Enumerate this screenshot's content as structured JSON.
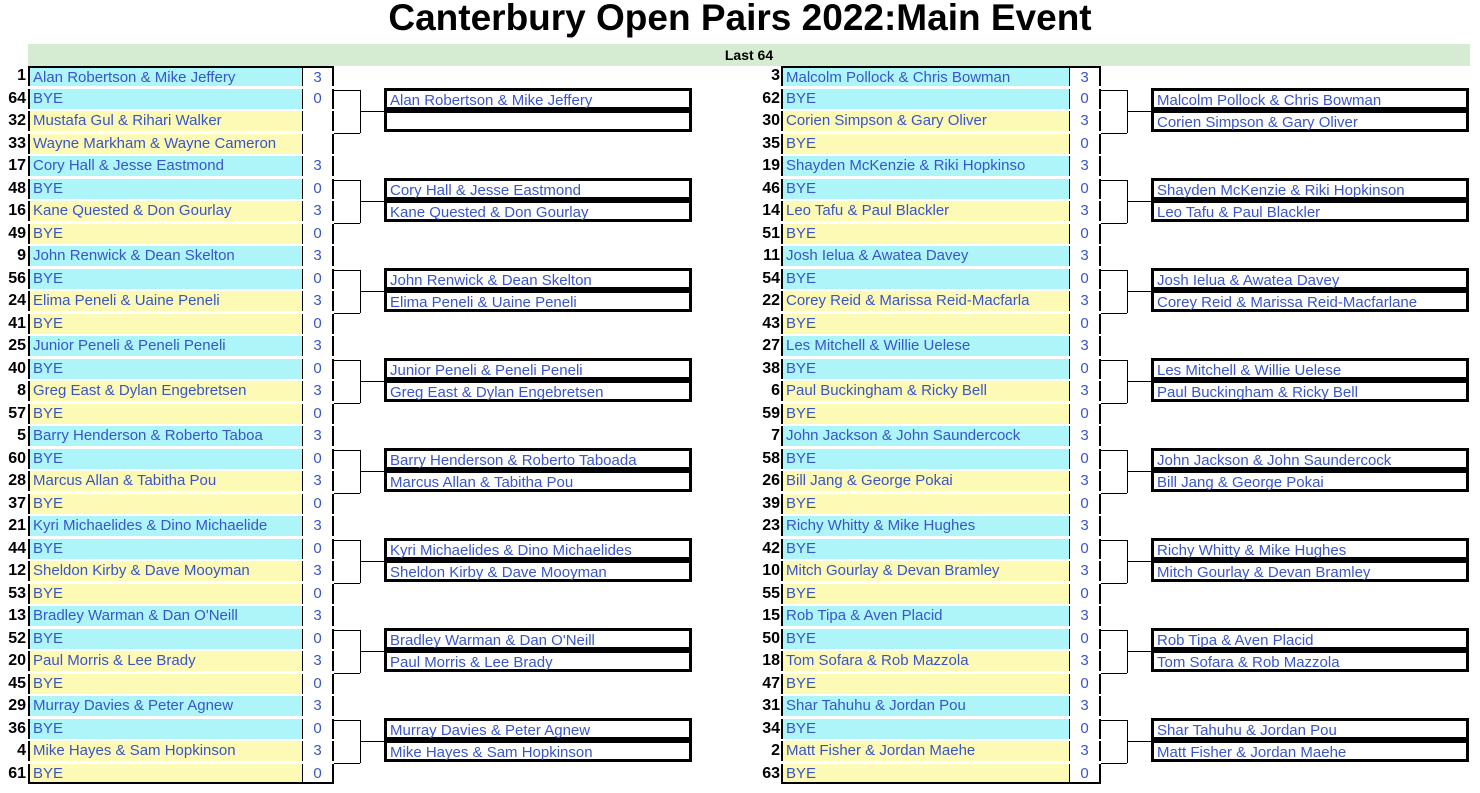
{
  "title": "Canterbury Open Pairs 2022:Main Event",
  "round_label": "Last 64",
  "colors": {
    "cyan": "#aef5fa",
    "yellow": "#fdfab6",
    "band": "#d5ebd2",
    "text": "#3955c8"
  },
  "left": [
    {
      "seed": "1",
      "name": "Alan Robertson & Mike Jeffery",
      "score": "3"
    },
    {
      "seed": "64",
      "name": "BYE",
      "score": "0"
    },
    {
      "seed": "32",
      "name": "Mustafa Gul & Rihari Walker",
      "score": ""
    },
    {
      "seed": "33",
      "name": "Wayne Markham & Wayne Cameron",
      "score": ""
    },
    {
      "seed": "17",
      "name": "Cory Hall & Jesse Eastmond",
      "score": "3"
    },
    {
      "seed": "48",
      "name": "BYE",
      "score": "0"
    },
    {
      "seed": "16",
      "name": "Kane Quested & Don Gourlay",
      "score": "3"
    },
    {
      "seed": "49",
      "name": "BYE",
      "score": "0"
    },
    {
      "seed": "9",
      "name": "John Renwick & Dean Skelton",
      "score": "3"
    },
    {
      "seed": "56",
      "name": "BYE",
      "score": "0"
    },
    {
      "seed": "24",
      "name": "Elima Peneli & Uaine Peneli",
      "score": "3"
    },
    {
      "seed": "41",
      "name": "BYE",
      "score": "0"
    },
    {
      "seed": "25",
      "name": "Junior Peneli & Peneli Peneli",
      "score": "3"
    },
    {
      "seed": "40",
      "name": "BYE",
      "score": "0"
    },
    {
      "seed": "8",
      "name": "Greg East & Dylan Engebretsen",
      "score": "3"
    },
    {
      "seed": "57",
      "name": "BYE",
      "score": "0"
    },
    {
      "seed": "5",
      "name": "Barry Henderson & Roberto Taboa",
      "score": "3"
    },
    {
      "seed": "60",
      "name": "BYE",
      "score": "0"
    },
    {
      "seed": "28",
      "name": "Marcus Allan & Tabitha Pou",
      "score": "3"
    },
    {
      "seed": "37",
      "name": "BYE",
      "score": "0"
    },
    {
      "seed": "21",
      "name": "Kyri Michaelides & Dino Michaelide",
      "score": "3"
    },
    {
      "seed": "44",
      "name": "BYE",
      "score": "0"
    },
    {
      "seed": "12",
      "name": "Sheldon Kirby & Dave Mooyman",
      "score": "3"
    },
    {
      "seed": "53",
      "name": "BYE",
      "score": "0"
    },
    {
      "seed": "13",
      "name": "Bradley Warman & Dan O'Neill",
      "score": "3"
    },
    {
      "seed": "52",
      "name": "BYE",
      "score": "0"
    },
    {
      "seed": "20",
      "name": "Paul Morris & Lee Brady",
      "score": "3"
    },
    {
      "seed": "45",
      "name": "BYE",
      "score": "0"
    },
    {
      "seed": "29",
      "name": "Murray Davies & Peter Agnew",
      "score": "3"
    },
    {
      "seed": "36",
      "name": "BYE",
      "score": "0"
    },
    {
      "seed": "4",
      "name": "Mike Hayes & Sam Hopkinson",
      "score": "3"
    },
    {
      "seed": "61",
      "name": "BYE",
      "score": "0"
    }
  ],
  "right": [
    {
      "seed": "3",
      "name": "Malcolm Pollock & Chris Bowman",
      "score": "3"
    },
    {
      "seed": "62",
      "name": "BYE",
      "score": "0"
    },
    {
      "seed": "30",
      "name": "Corien Simpson & Gary Oliver",
      "score": "3"
    },
    {
      "seed": "35",
      "name": "BYE",
      "score": "0"
    },
    {
      "seed": "19",
      "name": "Shayden McKenzie & Riki Hopkinso",
      "score": "3"
    },
    {
      "seed": "46",
      "name": "BYE",
      "score": "0"
    },
    {
      "seed": "14",
      "name": "Leo Tafu & Paul Blackler",
      "score": "3"
    },
    {
      "seed": "51",
      "name": "BYE",
      "score": "0"
    },
    {
      "seed": "11",
      "name": "Josh Ielua & Awatea Davey",
      "score": "3"
    },
    {
      "seed": "54",
      "name": "BYE",
      "score": "0"
    },
    {
      "seed": "22",
      "name": "Corey Reid & Marissa Reid-Macfarla",
      "score": "3"
    },
    {
      "seed": "43",
      "name": "BYE",
      "score": "0"
    },
    {
      "seed": "27",
      "name": "Les Mitchell & Willie Uelese",
      "score": "3"
    },
    {
      "seed": "38",
      "name": "BYE",
      "score": "0"
    },
    {
      "seed": "6",
      "name": "Paul Buckingham & Ricky Bell",
      "score": "3"
    },
    {
      "seed": "59",
      "name": "BYE",
      "score": "0"
    },
    {
      "seed": "7",
      "name": "John Jackson & John Saundercock",
      "score": "3"
    },
    {
      "seed": "58",
      "name": "BYE",
      "score": "0"
    },
    {
      "seed": "26",
      "name": "Bill Jang & George Pokai",
      "score": "3"
    },
    {
      "seed": "39",
      "name": "BYE",
      "score": "0"
    },
    {
      "seed": "23",
      "name": "Richy Whitty & Mike Hughes",
      "score": "3"
    },
    {
      "seed": "42",
      "name": "BYE",
      "score": "0"
    },
    {
      "seed": "10",
      "name": "Mitch Gourlay & Devan Bramley",
      "score": "3"
    },
    {
      "seed": "55",
      "name": "BYE",
      "score": "0"
    },
    {
      "seed": "15",
      "name": "Rob Tipa & Aven Placid",
      "score": "3"
    },
    {
      "seed": "50",
      "name": "BYE",
      "score": "0"
    },
    {
      "seed": "18",
      "name": "Tom Sofara & Rob Mazzola",
      "score": "3"
    },
    {
      "seed": "47",
      "name": "BYE",
      "score": "0"
    },
    {
      "seed": "31",
      "name": "Shar Tahuhu & Jordan Pou",
      "score": "3"
    },
    {
      "seed": "34",
      "name": "BYE",
      "score": "0"
    },
    {
      "seed": "2",
      "name": "Matt Fisher & Jordan Maehe",
      "score": "3"
    },
    {
      "seed": "63",
      "name": "BYE",
      "score": "0"
    }
  ],
  "left_winners": [
    [
      "Alan Robertson & Mike Jeffery",
      ""
    ],
    [
      "Cory Hall & Jesse Eastmond",
      "Kane Quested & Don Gourlay"
    ],
    [
      "John Renwick & Dean Skelton",
      "Elima Peneli & Uaine Peneli"
    ],
    [
      "Junior Peneli & Peneli Peneli",
      "Greg East & Dylan Engebretsen"
    ],
    [
      "Barry Henderson & Roberto Taboada",
      "Marcus Allan & Tabitha Pou"
    ],
    [
      "Kyri Michaelides & Dino Michaelides",
      "Sheldon Kirby & Dave Mooyman"
    ],
    [
      "Bradley Warman & Dan O'Neill",
      "Paul Morris & Lee Brady"
    ],
    [
      "Murray Davies & Peter Agnew",
      "Mike Hayes & Sam Hopkinson"
    ]
  ],
  "right_winners": [
    [
      "Malcolm Pollock & Chris Bowman",
      "Corien Simpson & Gary Oliver"
    ],
    [
      "Shayden McKenzie & Riki Hopkinson",
      "Leo Tafu & Paul Blackler"
    ],
    [
      "Josh Ielua & Awatea Davey",
      "Corey Reid & Marissa Reid-Macfarlane"
    ],
    [
      "Les Mitchell & Willie Uelese",
      "Paul Buckingham & Ricky Bell"
    ],
    [
      "John Jackson & John Saundercock",
      "Bill Jang & George Pokai"
    ],
    [
      "Richy Whitty & Mike Hughes",
      "Mitch Gourlay & Devan Bramley"
    ],
    [
      "Rob Tipa & Aven Placid",
      "Tom Sofara & Rob Mazzola"
    ],
    [
      "Shar Tahuhu & Jordan Pou",
      "Matt Fisher & Jordan Maehe"
    ]
  ]
}
